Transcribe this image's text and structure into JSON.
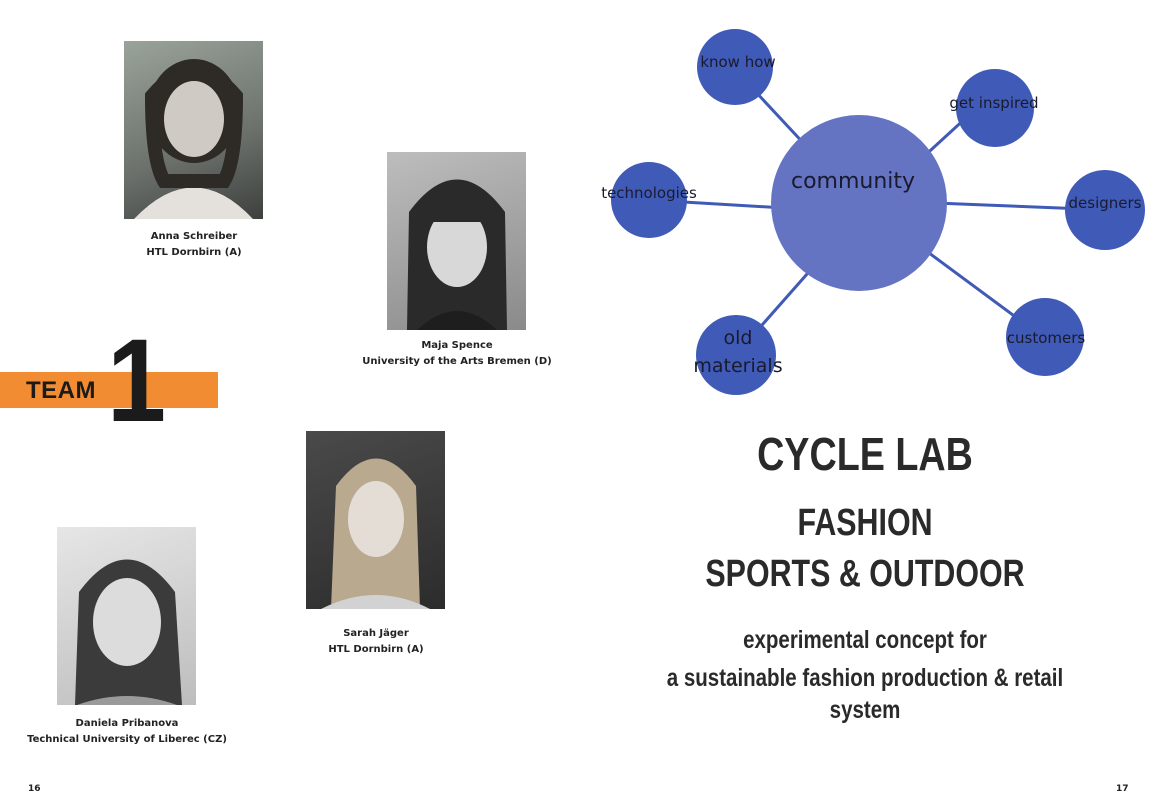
{
  "team": {
    "word": "TEAM",
    "number": "1"
  },
  "members": [
    {
      "name": "Anna Schreiber",
      "affiliation": "HTL Dornbirn (A)"
    },
    {
      "name": "Maja Spence",
      "affiliation": "University of the Arts Bremen (D)"
    },
    {
      "name": "Sarah Jäger",
      "affiliation": "HTL Dornbirn (A)"
    },
    {
      "name": "Daniela Pribanova",
      "affiliation": "Technical University of Liberec (CZ)"
    }
  ],
  "diagram": {
    "center": "community",
    "nodes": {
      "know_how": "know how",
      "get_inspired": "get inspired",
      "technologies": "technologies",
      "designers": "designers",
      "old_materials_line1": "old",
      "old_materials_line2": "materials",
      "customers": "customers"
    },
    "colors": {
      "center": "#6573c3",
      "node": "#3f5bb7",
      "line": "#3f5bb7"
    }
  },
  "titles": {
    "main": "CYCLE LAB",
    "sub1": "FASHION",
    "sub2": "SPORTS & OUTDOOR",
    "tagline1": "experimental concept for",
    "tagline2": "a sustainable fashion production & retail system"
  },
  "pages": {
    "left": "16",
    "right": "17"
  },
  "colors": {
    "accent": "#f28c33",
    "text": "#1c1c1c"
  }
}
